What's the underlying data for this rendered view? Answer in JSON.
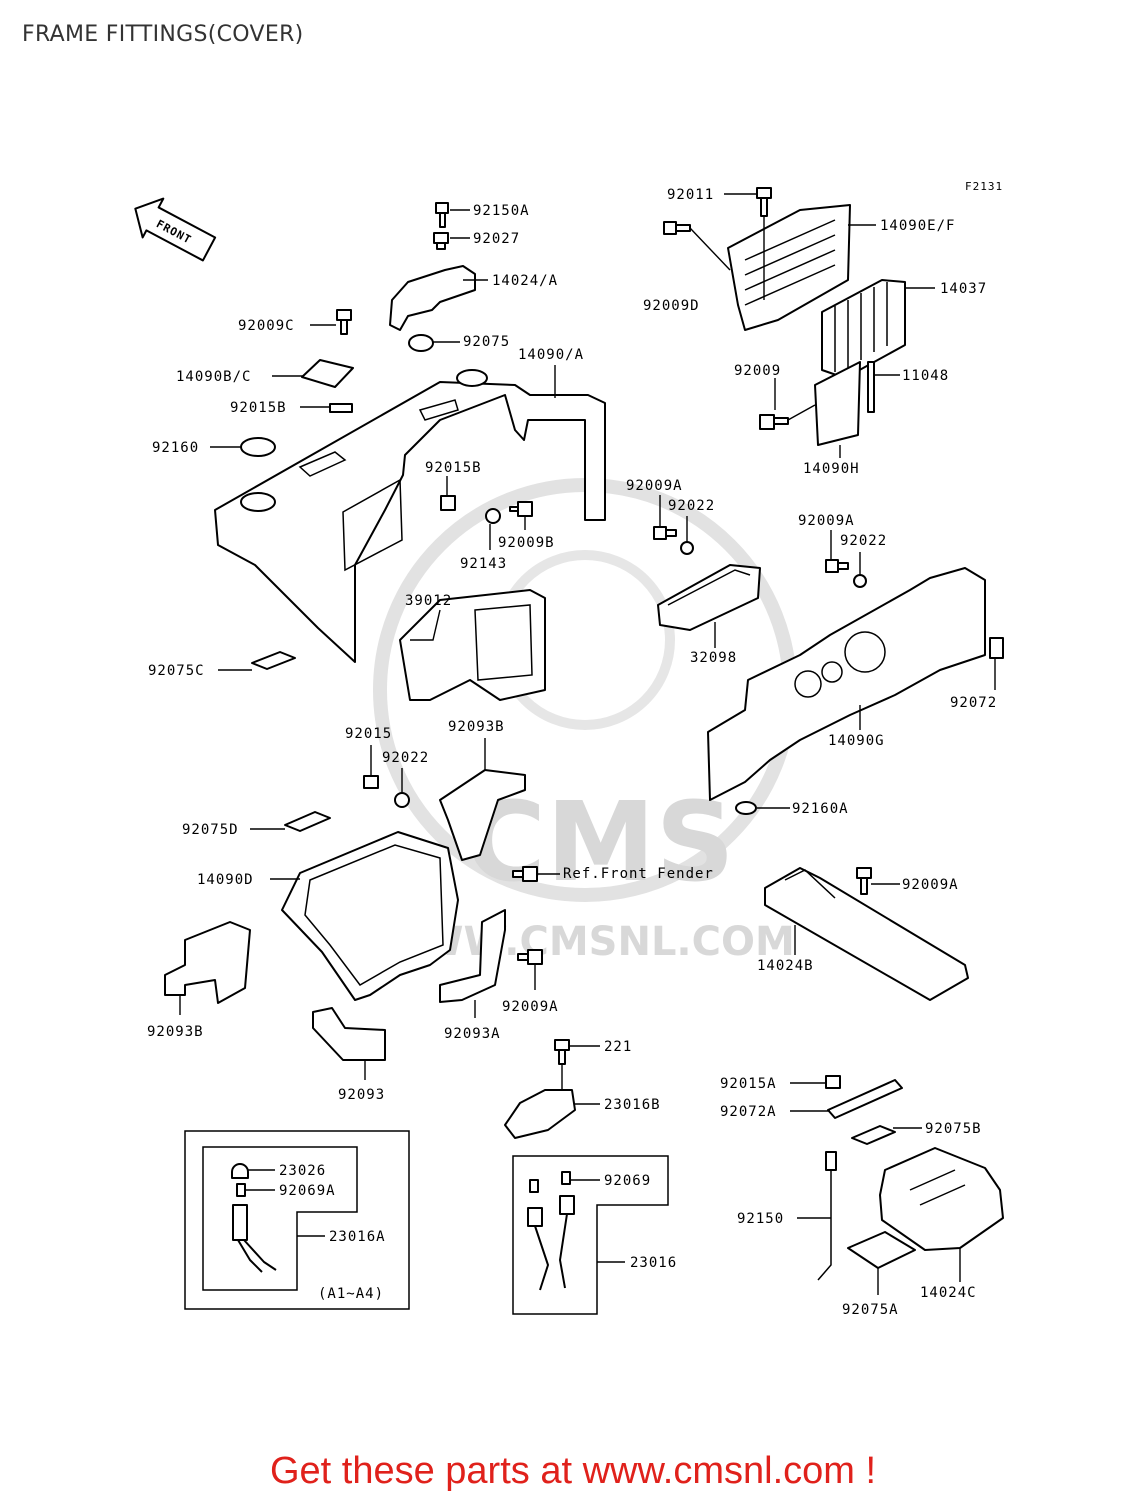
{
  "title": "FRAME FITTINGS(COVER)",
  "figure_ref": "F2131",
  "front_arrow": "FRONT",
  "watermark": {
    "brand": "CMS",
    "url": "WWW.CMSNL.COM"
  },
  "footer": "Get these parts at www.cmsnl.com !",
  "accent_color": "#e0211b",
  "callouts": [
    "92150A",
    "92027",
    "14024/A",
    "92075",
    "14090/A",
    "92009C",
    "14090B/C",
    "92015B",
    "92160",
    "92015B",
    "92143",
    "92009B",
    "39012",
    "92075C",
    "92011",
    "14090E/F",
    "92009D",
    "14037",
    "92009",
    "11048",
    "14090H",
    "92009A",
    "92022",
    "32098",
    "92009A",
    "92022",
    "92072",
    "14090G",
    "92160A",
    "92015",
    "92022",
    "92093B",
    "92075D",
    "14090D",
    "Ref.Front Fender",
    "92009A",
    "14024B",
    "92093B",
    "92093A",
    "92009A",
    "92093",
    "221",
    "23016B",
    "92015A",
    "92072A",
    "92075B",
    "23026",
    "92069A",
    "23016A",
    "(A1~A4)",
    "92069",
    "23016",
    "92150",
    "92075A",
    "14024C"
  ]
}
